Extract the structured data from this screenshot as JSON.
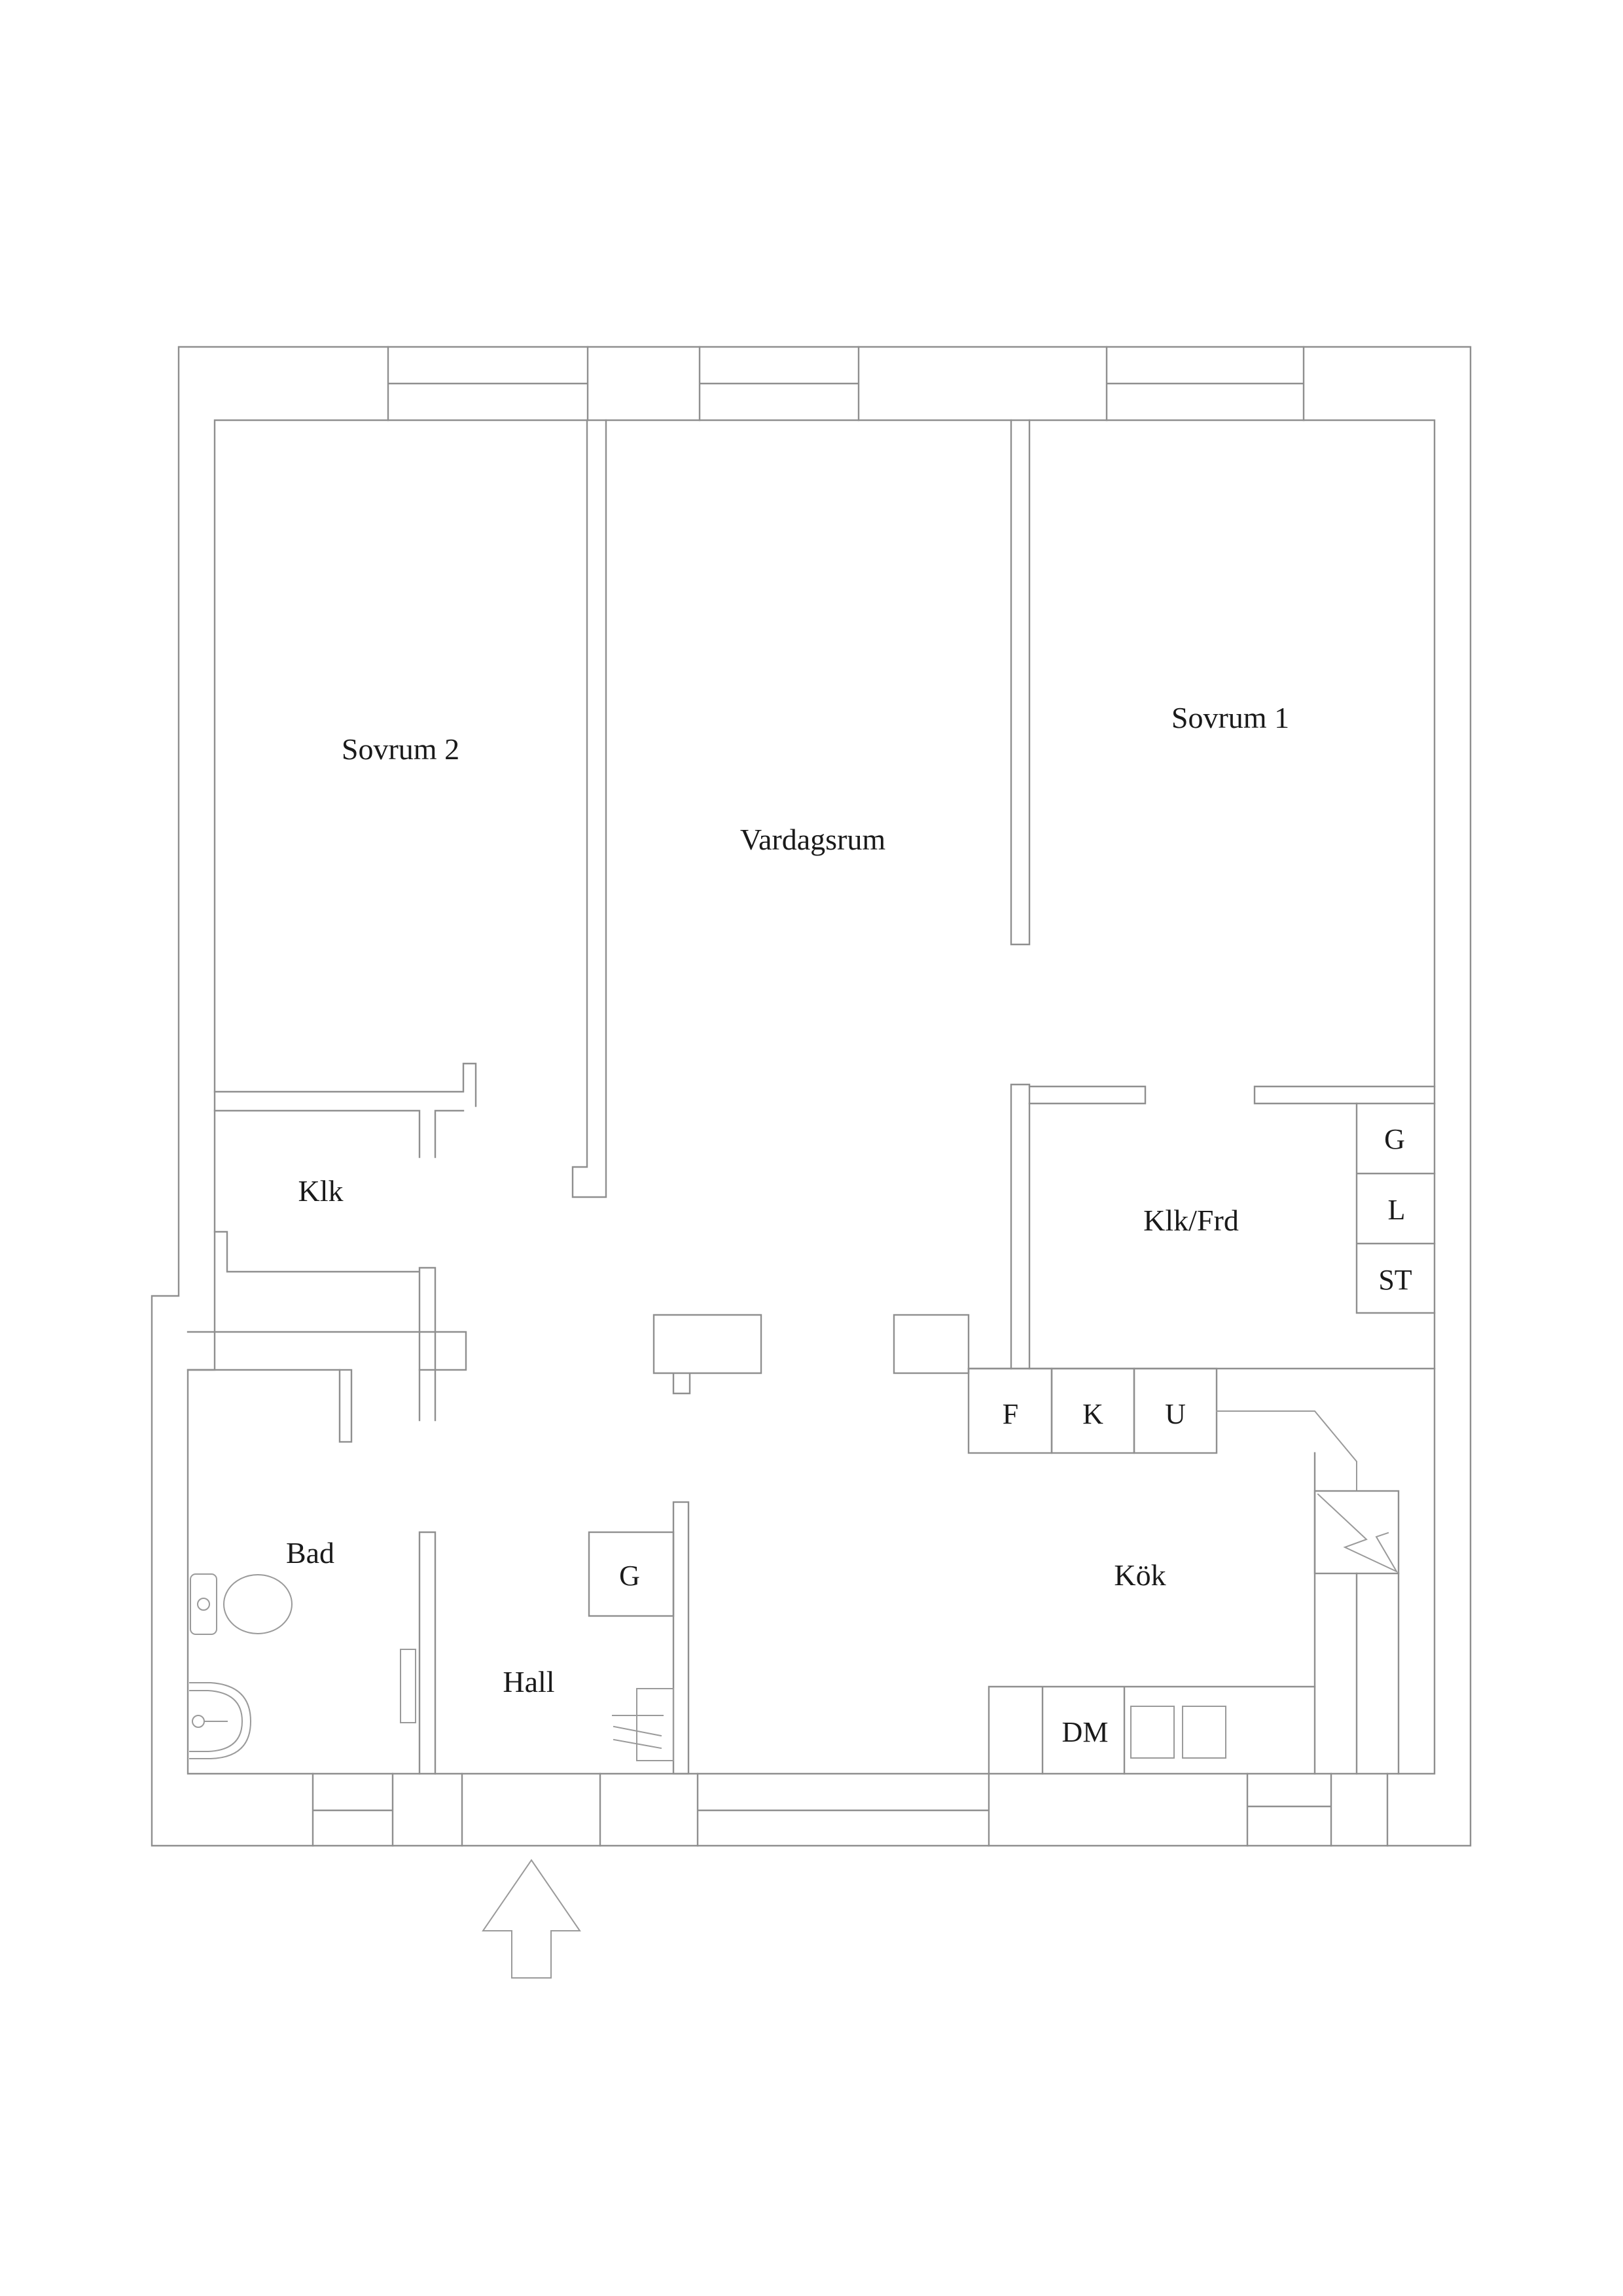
{
  "floorplan": {
    "type": "apartment-floor-plan",
    "wall_color": "#8f8f8f",
    "text_color": "#1a1a1a",
    "background": "#ffffff",
    "rooms": {
      "sovrum2": "Sovrum 2",
      "vardagsrum": "Vardagsrum",
      "sovrum1": "Sovrum 1",
      "klk": "Klk",
      "klkfrd": "Klk/Frd",
      "bad": "Bad",
      "hall": "Hall",
      "kok": "Kök"
    },
    "closets": {
      "g_right": "G",
      "l_right": "L",
      "st_right": "ST",
      "f": "F",
      "k": "K",
      "u": "U",
      "dm": "DM",
      "g_hall": "G"
    }
  }
}
